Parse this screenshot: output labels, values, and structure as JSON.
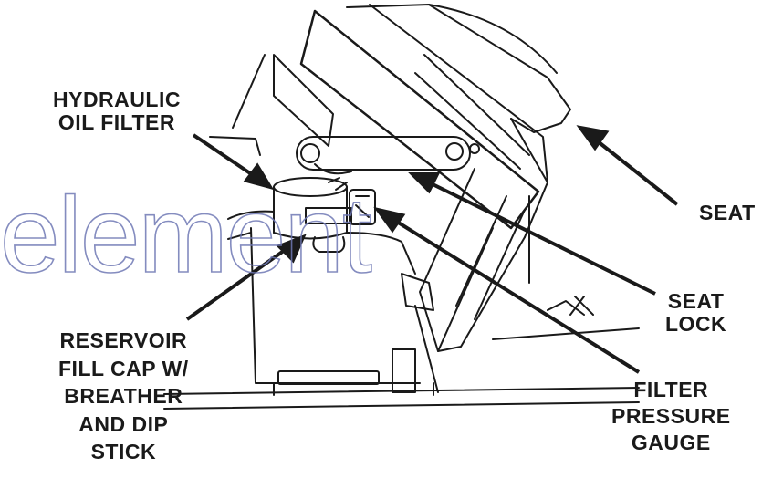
{
  "figure": {
    "labels": {
      "hydraulic_oil_filter": [
        "HYDRAULIC",
        "OIL FILTER"
      ],
      "seat": [
        "SEAT"
      ],
      "seat_lock": [
        "SEAT",
        "LOCK"
      ],
      "reservoir_fill_cap": [
        "RESERVOIR",
        "FILL CAP W/",
        "BREATHER",
        "AND DIP",
        "STICK"
      ],
      "filter_pressure_gauge": [
        "FILTER",
        "PRESSURE",
        "GAUGE"
      ]
    },
    "watermark": "element",
    "colors": {
      "line": "#1a1a1a",
      "watermark": "#6f78b5",
      "background": "#ffffff"
    }
  }
}
